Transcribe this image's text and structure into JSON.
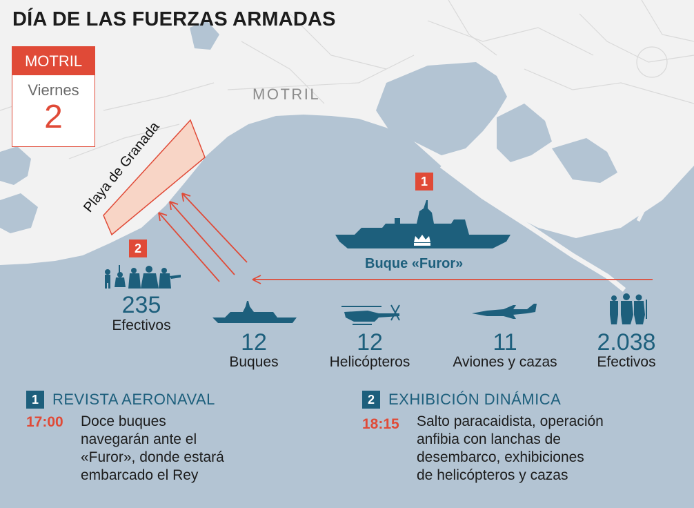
{
  "title": "DÍA DE LAS FUERZAS ARMADAS",
  "calendar": {
    "city": "MOTRIL",
    "weekday": "Viernes",
    "day": "2"
  },
  "map_labels": {
    "city": "MOTRIL",
    "beach": "Playa de Granada"
  },
  "markers": {
    "ship": "1",
    "beach": "2"
  },
  "ship_name": "Buque «Furor»",
  "stats": [
    {
      "value": "235",
      "label": "Efectivos",
      "icon": "soldiers-icon"
    },
    {
      "value": "12",
      "label": "Buques",
      "icon": "warship-icon"
    },
    {
      "value": "12",
      "label": "Helicópteros",
      "icon": "helicopter-icon"
    },
    {
      "value": "11",
      "label": "Aviones y cazas",
      "icon": "fighter-jet-icon"
    },
    {
      "value": "2.038",
      "label": "Efectivos",
      "icon": "troops-icon"
    }
  ],
  "sections": [
    {
      "number": "1",
      "title": "REVISTA AERONAVAL",
      "time": "17:00",
      "lines": [
        "Doce buques",
        "navegarán ante el",
        "«Furor», donde estará",
        "embarcado el Rey"
      ]
    },
    {
      "number": "2",
      "title": "EXHIBICIÓN DINÁMICA",
      "time": "18:15",
      "lines": [
        "Salto paracaidista, operación",
        "anfibia con lanchas de",
        "desembarco, exhibiciones",
        "de helicópteros y cazas"
      ]
    }
  ],
  "colors": {
    "sea": "#b3c4d3",
    "land": "#f2f2f2",
    "accent": "#e04a37",
    "navy": "#1d5f7c",
    "beach_zone": "#f8d5c6"
  }
}
